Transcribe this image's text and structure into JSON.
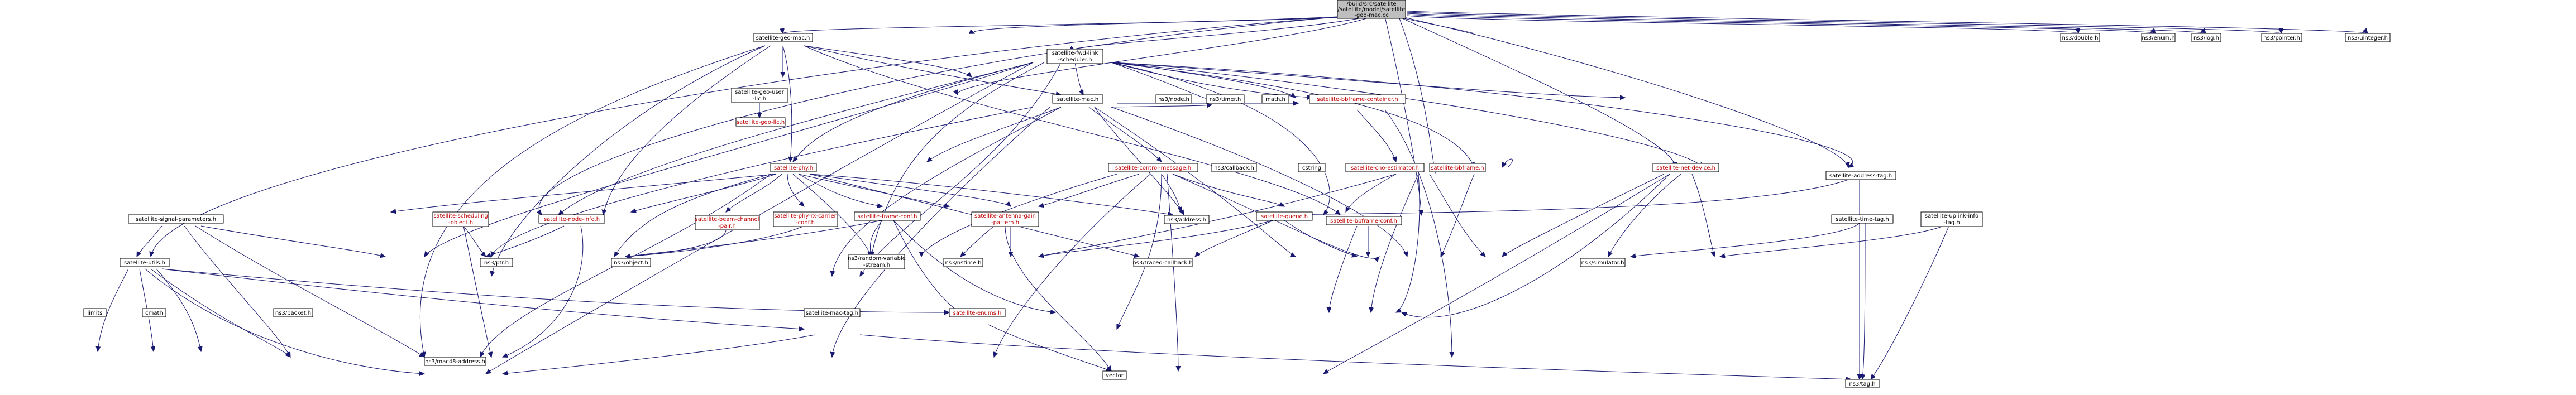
{
  "root": {
    "line1": "/build/src/satellite",
    "line2": "/satellite/model/satellite",
    "line3": "-geo-mac.cc"
  },
  "nodes": {
    "satellite_geo_mac_h": "satellite-geo-mac.h",
    "ns3_double_h": "ns3/double.h",
    "ns3_enum_h": "ns3/enum.h",
    "ns3_log_h": "ns3/log.h",
    "ns3_pointer_h": "ns3/pointer.h",
    "ns3_uinteger_h": "ns3/uinteger.h",
    "satellite_geo_user_llc_h_1": "satellite-geo-user",
    "satellite_geo_user_llc_h_2": "-llc.h",
    "satellite_fwd_link_scheduler_h_1": "satellite-fwd-link",
    "satellite_fwd_link_scheduler_h_2": "-scheduler.h",
    "satellite_address_tag_h": "satellite-address-tag.h",
    "satellite_time_tag_h": "satellite-time-tag.h",
    "satellite_uplink_info_tag_h_1": "satellite-uplink-info",
    "satellite_uplink_info_tag_h_2": "-tag.h",
    "satellite_geo_llc_h": "satellite-geo-llc.h",
    "satellite_mac_h": "satellite-mac.h",
    "ns3_node_h": "ns3/node.h",
    "ns3_timer_h": "ns3/timer.h",
    "math_h": "math.h",
    "satellite_bbframe_container_h": "satellite-bbframe-container.h",
    "satellite_phy_h": "satellite-phy.h",
    "satellite_control_message_h": "satellite-control-message.h",
    "ns3_callback_h": "ns3/callback.h",
    "cstring": "cstring",
    "satellite_cno_estimator_h": "satellite-cno-estimator.h",
    "satellite_bbframe_h": "satellite-bbframe.h",
    "satellite_signal_parameters_h": "satellite-signal-parameters.h",
    "satellite_scheduling_object_h_1": "satellite-scheduling",
    "satellite_scheduling_object_h_2": "-object.h",
    "satellite_node_info_h": "satellite-node-info.h",
    "satellite_beam_channel_pair_h_1": "satellite-beam-channel",
    "satellite_beam_channel_pair_h_2": "-pair.h",
    "satellite_phy_rx_carrier_conf_h_1": "satellite-phy-rx-carrier",
    "satellite_phy_rx_carrier_conf_h_2": "-conf.h",
    "satellite_frame_conf_h": "satellite-frame-conf.h",
    "satellite_antenna_gain_pattern_h_1": "satellite-antenna-gain",
    "satellite_antenna_gain_pattern_h_2": "-pattern.h",
    "ns3_address_h": "ns3/address.h",
    "satellite_queue_h": "satellite-queue.h",
    "satellite_bbframe_conf_h": "satellite-bbframe-conf.h",
    "satellite_net_device_h": "satellite-net-device.h",
    "ns3_simulator_h": "ns3/simulator.h",
    "satellite_utils_h": "satellite-utils.h",
    "ns3_ptr_h": "ns3/ptr.h",
    "ns3_object_h": "ns3/object.h",
    "ns3_random_variable_stream_h_1": "ns3/random-variable",
    "ns3_random_variable_stream_h_2": "-stream.h",
    "ns3_nstime_h": "ns3/nstime.h",
    "ns3_traced_callback_h": "ns3/traced-callback.h",
    "limits": "limits",
    "cmath": "cmath",
    "ns3_packet_h": "ns3/packet.h",
    "satellite_mac_tag_h": "satellite-mac-tag.h",
    "satellite_enums_h": "satellite-enums.h",
    "ns3_mac48_address_h": "ns3/mac48-address.h",
    "vector": "vector",
    "ns3_tag_h": "ns3/tag.h"
  }
}
